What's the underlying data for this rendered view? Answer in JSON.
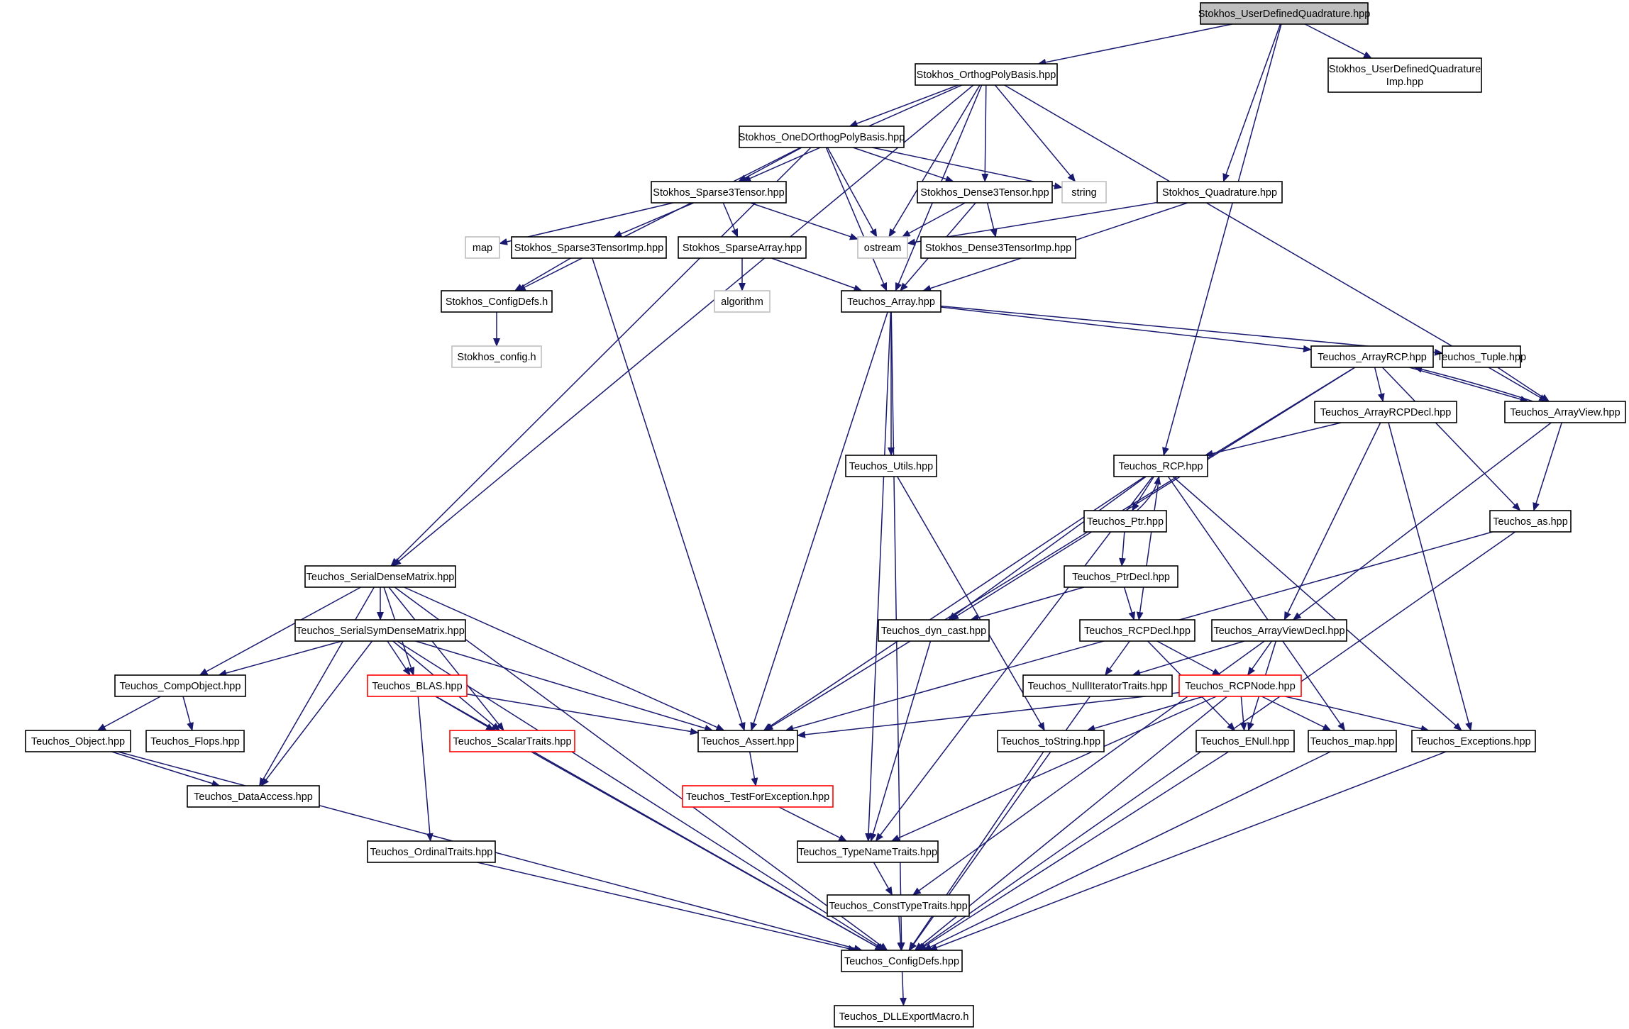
{
  "colors": {
    "edge": "#191970",
    "node_border": "#000000",
    "missing_border": "#bfbfbf",
    "missing_text": "#555555",
    "truncated_border": "#ff0000",
    "root_fill": "#bfbfbf",
    "node_fill": "#ffffff"
  },
  "nodes": {
    "root": {
      "label": "Stokhos_UserDefinedQuadrature.hpp",
      "kind": "root"
    },
    "udqimp": {
      "label": [
        "Stokhos_UserDefinedQuadrature",
        "Imp.hpp"
      ],
      "kind": "normal"
    },
    "orthog": {
      "label": "Stokhos_OrthogPolyBasis.hpp",
      "kind": "normal"
    },
    "oned": {
      "label": "Stokhos_OneDOrthogPolyBasis.hpp",
      "kind": "normal"
    },
    "sp3": {
      "label": "Stokhos_Sparse3Tensor.hpp",
      "kind": "normal"
    },
    "d3": {
      "label": "Stokhos_Dense3Tensor.hpp",
      "kind": "normal"
    },
    "string": {
      "label": "string",
      "kind": "missing"
    },
    "quad": {
      "label": "Stokhos_Quadrature.hpp",
      "kind": "normal"
    },
    "map": {
      "label": "map",
      "kind": "missing"
    },
    "sp3imp": {
      "label": "Stokhos_Sparse3TensorImp.hpp",
      "kind": "normal"
    },
    "sparr": {
      "label": "Stokhos_SparseArray.hpp",
      "kind": "normal"
    },
    "ostream": {
      "label": "ostream",
      "kind": "missing"
    },
    "d3imp": {
      "label": "Stokhos_Dense3TensorImp.hpp",
      "kind": "normal"
    },
    "cfgdefs": {
      "label": "Stokhos_ConfigDefs.h",
      "kind": "normal"
    },
    "algorithm": {
      "label": "algorithm",
      "kind": "missing"
    },
    "tarray": {
      "label": "Teuchos_Array.hpp",
      "kind": "normal"
    },
    "cfgh": {
      "label": "Stokhos_config.h",
      "kind": "missing"
    },
    "arcp": {
      "label": "Teuchos_ArrayRCP.hpp",
      "kind": "normal"
    },
    "tuple": {
      "label": "Teuchos_Tuple.hpp",
      "kind": "normal"
    },
    "arcpdecl": {
      "label": "Teuchos_ArrayRCPDecl.hpp",
      "kind": "normal"
    },
    "aview": {
      "label": "Teuchos_ArrayView.hpp",
      "kind": "normal"
    },
    "utils": {
      "label": "Teuchos_Utils.hpp",
      "kind": "normal"
    },
    "rcp": {
      "label": "Teuchos_RCP.hpp",
      "kind": "normal"
    },
    "tas": {
      "label": "Teuchos_as.hpp",
      "kind": "normal"
    },
    "ptr": {
      "label": "Teuchos_Ptr.hpp",
      "kind": "normal"
    },
    "sdm": {
      "label": "Teuchos_SerialDenseMatrix.hpp",
      "kind": "normal"
    },
    "ptrdecl": {
      "label": "Teuchos_PtrDecl.hpp",
      "kind": "normal"
    },
    "ssdm": {
      "label": "Teuchos_SerialSymDenseMatrix.hpp",
      "kind": "normal"
    },
    "dyncast": {
      "label": "Teuchos_dyn_cast.hpp",
      "kind": "normal"
    },
    "rcpdecl": {
      "label": "Teuchos_RCPDecl.hpp",
      "kind": "normal"
    },
    "avdecl": {
      "label": "Teuchos_ArrayViewDecl.hpp",
      "kind": "normal"
    },
    "compobj": {
      "label": "Teuchos_CompObject.hpp",
      "kind": "normal"
    },
    "blas": {
      "label": "Teuchos_BLAS.hpp",
      "kind": "truncated"
    },
    "nullit": {
      "label": "Teuchos_NullIteratorTraits.hpp",
      "kind": "normal"
    },
    "rcpnode": {
      "label": "Teuchos_RCPNode.hpp",
      "kind": "truncated"
    },
    "object": {
      "label": "Teuchos_Object.hpp",
      "kind": "normal"
    },
    "flops": {
      "label": "Teuchos_Flops.hpp",
      "kind": "normal"
    },
    "scalar": {
      "label": "Teuchos_ScalarTraits.hpp",
      "kind": "truncated"
    },
    "assert": {
      "label": "Teuchos_Assert.hpp",
      "kind": "normal"
    },
    "tostring": {
      "label": "Teuchos_toString.hpp",
      "kind": "normal"
    },
    "enull": {
      "label": "Teuchos_ENull.hpp",
      "kind": "normal"
    },
    "tmap": {
      "label": "Teuchos_map.hpp",
      "kind": "normal"
    },
    "exceptions": {
      "label": "Teuchos_Exceptions.hpp",
      "kind": "normal"
    },
    "dataacc": {
      "label": "Teuchos_DataAccess.hpp",
      "kind": "normal"
    },
    "testforexc": {
      "label": "Teuchos_TestForException.hpp",
      "kind": "truncated"
    },
    "ordinal": {
      "label": "Teuchos_OrdinalTraits.hpp",
      "kind": "normal"
    },
    "typename": {
      "label": "Teuchos_TypeNameTraits.hpp",
      "kind": "normal"
    },
    "consttype": {
      "label": "Teuchos_ConstTypeTraits.hpp",
      "kind": "normal"
    },
    "tconfig": {
      "label": "Teuchos_ConfigDefs.hpp",
      "kind": "normal"
    },
    "dll": {
      "label": "Teuchos_DLLExportMacro.h",
      "kind": "normal"
    }
  },
  "edges": [
    [
      "root",
      "orthog"
    ],
    [
      "root",
      "udqimp"
    ],
    [
      "root",
      "quad"
    ],
    [
      "root",
      "rcp"
    ],
    [
      "orthog",
      "oned"
    ],
    [
      "orthog",
      "sp3"
    ],
    [
      "orthog",
      "d3"
    ],
    [
      "orthog",
      "string"
    ],
    [
      "orthog",
      "ostream"
    ],
    [
      "orthog",
      "tarray"
    ],
    [
      "orthog",
      "aview"
    ],
    [
      "orthog",
      "sdm"
    ],
    [
      "oned",
      "sp3"
    ],
    [
      "oned",
      "d3"
    ],
    [
      "oned",
      "string"
    ],
    [
      "oned",
      "ostream"
    ],
    [
      "oned",
      "tarray"
    ],
    [
      "oned",
      "cfgdefs"
    ],
    [
      "oned",
      "sdm"
    ],
    [
      "sp3",
      "map"
    ],
    [
      "sp3",
      "sp3imp"
    ],
    [
      "sp3",
      "sparr"
    ],
    [
      "sp3",
      "ostream"
    ],
    [
      "d3",
      "ostream"
    ],
    [
      "d3",
      "d3imp"
    ],
    [
      "d3",
      "tarray"
    ],
    [
      "quad",
      "ostream"
    ],
    [
      "quad",
      "tarray"
    ],
    [
      "sp3imp",
      "cfgdefs"
    ],
    [
      "sp3imp",
      "assert"
    ],
    [
      "sparr",
      "algorithm"
    ],
    [
      "sparr",
      "tarray"
    ],
    [
      "cfgdefs",
      "cfgh"
    ],
    [
      "tarray",
      "arcp"
    ],
    [
      "tarray",
      "tuple"
    ],
    [
      "tarray",
      "utils"
    ],
    [
      "tarray",
      "assert"
    ],
    [
      "tarray",
      "typename"
    ],
    [
      "tarray",
      "tconfig"
    ],
    [
      "arcp",
      "arcpdecl"
    ],
    [
      "arcp",
      "aview"
    ],
    [
      "arcp",
      "tas"
    ],
    [
      "arcp",
      "dyncast"
    ],
    [
      "arcp",
      "assert"
    ],
    [
      "tuple",
      "aview"
    ],
    [
      "arcpdecl",
      "rcp"
    ],
    [
      "arcpdecl",
      "avdecl"
    ],
    [
      "arcpdecl",
      "exceptions"
    ],
    [
      "aview",
      "arcp"
    ],
    [
      "aview",
      "tas"
    ],
    [
      "aview",
      "avdecl"
    ],
    [
      "utils",
      "tostring"
    ],
    [
      "rcp",
      "ptr"
    ],
    [
      "rcp",
      "dyncast"
    ],
    [
      "rcp",
      "rcpdecl"
    ],
    [
      "rcp",
      "assert"
    ],
    [
      "rcp",
      "typename"
    ],
    [
      "rcp",
      "tmap"
    ],
    [
      "rcp",
      "exceptions"
    ],
    [
      "ptr",
      "rcp"
    ],
    [
      "ptr",
      "ptrdecl"
    ],
    [
      "ptrdecl",
      "dyncast"
    ],
    [
      "ptrdecl",
      "rcpdecl"
    ],
    [
      "tas",
      "assert"
    ],
    [
      "tas",
      "tconfig"
    ],
    [
      "sdm",
      "ssdm"
    ],
    [
      "sdm",
      "compobj"
    ],
    [
      "sdm",
      "blas"
    ],
    [
      "sdm",
      "scalar"
    ],
    [
      "sdm",
      "dataacc"
    ],
    [
      "sdm",
      "assert"
    ],
    [
      "sdm",
      "tconfig"
    ],
    [
      "ssdm",
      "compobj"
    ],
    [
      "ssdm",
      "blas"
    ],
    [
      "ssdm",
      "scalar"
    ],
    [
      "ssdm",
      "dataacc"
    ],
    [
      "ssdm",
      "assert"
    ],
    [
      "ssdm",
      "tconfig"
    ],
    [
      "dyncast",
      "typename"
    ],
    [
      "rcpdecl",
      "nullit"
    ],
    [
      "rcpdecl",
      "rcpnode"
    ],
    [
      "rcpdecl",
      "enull"
    ],
    [
      "avdecl",
      "rcpnode"
    ],
    [
      "avdecl",
      "nullit"
    ],
    [
      "avdecl",
      "enull"
    ],
    [
      "avdecl",
      "consttype"
    ],
    [
      "compobj",
      "object"
    ],
    [
      "compobj",
      "flops"
    ],
    [
      "blas",
      "scalar"
    ],
    [
      "blas",
      "assert"
    ],
    [
      "blas",
      "ordinal"
    ],
    [
      "blas",
      "tconfig"
    ],
    [
      "nullit",
      "tconfig"
    ],
    [
      "rcpnode",
      "assert"
    ],
    [
      "rcpnode",
      "tostring"
    ],
    [
      "rcpnode",
      "enull"
    ],
    [
      "rcpnode",
      "tmap"
    ],
    [
      "rcpnode",
      "exceptions"
    ],
    [
      "rcpnode",
      "typename"
    ],
    [
      "rcpnode",
      "tconfig"
    ],
    [
      "object",
      "dataacc"
    ],
    [
      "object",
      "tconfig"
    ],
    [
      "scalar",
      "tconfig"
    ],
    [
      "assert",
      "testforexc"
    ],
    [
      "tostring",
      "tconfig"
    ],
    [
      "enull",
      "tconfig"
    ],
    [
      "tmap",
      "tconfig"
    ],
    [
      "exceptions",
      "tconfig"
    ],
    [
      "testforexc",
      "typename"
    ],
    [
      "ordinal",
      "tconfig"
    ],
    [
      "typename",
      "consttype"
    ],
    [
      "consttype",
      "tconfig"
    ],
    [
      "tconfig",
      "dll"
    ]
  ]
}
